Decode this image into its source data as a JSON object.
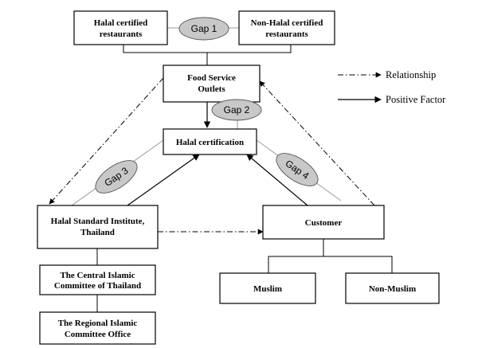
{
  "nodes": {
    "halal_restaurants": {
      "line1": "Halal certified",
      "line2": "restaurants"
    },
    "non_halal_restaurants": {
      "line1": "Non-Halal certified",
      "line2": "restaurants"
    },
    "food_service": {
      "line1": "Food Service",
      "line2": "Outlets"
    },
    "halal_certification": {
      "label": "Halal certification"
    },
    "hsi": {
      "line1": "Halal Standard Institute,",
      "line2": "Thailand"
    },
    "customer": {
      "label": "Customer"
    },
    "cicot": {
      "line1": "The Central Islamic",
      "line2": "Committee of Thailand"
    },
    "regional": {
      "line1": "The Regional Islamic",
      "line2": "Committee Office"
    },
    "muslim": {
      "label": "Muslim"
    },
    "non_muslim": {
      "label": "Non-Muslim"
    }
  },
  "gaps": {
    "gap1": "Gap 1",
    "gap2": "Gap 2",
    "gap3": "Gap 3",
    "gap4": "Gap 4"
  },
  "legend": {
    "relationship": "Relationship",
    "positive_factor": "Positive Factor"
  }
}
